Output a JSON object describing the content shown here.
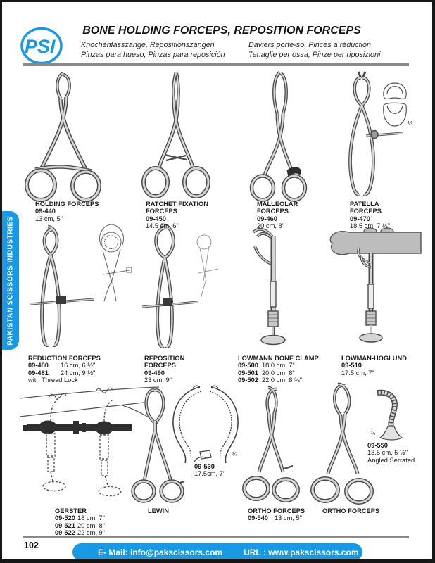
{
  "brand": {
    "logo": "PSI",
    "sidebar": "PAKISTAN SCISSORS INDUSTRIES"
  },
  "header": {
    "title": "BONE HOLDING FORCEPS, REPOSITION FORCEPS",
    "sub_de": "Knochenfasszange, Repositionszangen",
    "sub_es": "Pinzas para hueso, Pinzas para reposición",
    "sub_fr": "Daviers porte-so, Pinces à réduction",
    "sub_it": "Tenaglie per ossa, Pinze per riposizioni"
  },
  "items": {
    "holding": {
      "n1": "HOLDING FORCEPS",
      "code": "09-440",
      "size": "13 cm, 5\""
    },
    "ratchet": {
      "n1": "RATCHET FIXATION",
      "n2": "FORCEPS",
      "code": "09-450",
      "size": "14.5 cm, 6\""
    },
    "malleolar": {
      "n1": "MALLEOLAR",
      "n2": "FORCEPS",
      "code": "09-460",
      "size": "20 cm, 8\""
    },
    "patella": {
      "n1": "PATELLA",
      "n2": "FORCEPS",
      "code": "09-470",
      "size": "18.5 cm, 7 ¼\"",
      "scale": "⅕"
    },
    "reduction": {
      "n1": "REDUCTION FORCEPS",
      "rows": [
        {
          "code": "09-480",
          "size": "16 cm, 6 ½\""
        },
        {
          "code": "09-481",
          "size": "24 cm, 9 ½\""
        }
      ],
      "note": "with Thread Lock"
    },
    "reposition": {
      "n1": "REPOSITION",
      "n2": "FORCEPS",
      "code": "09-490",
      "size": "23 cm, 9\""
    },
    "lowmann": {
      "n1": "LOWMANN BONE CLAMP",
      "rows": [
        {
          "code": "09-500",
          "size": "18.0 cm, 7\""
        },
        {
          "code": "09-501",
          "size": "20.0 cm, 8\""
        },
        {
          "code": "09-502",
          "size": "22.0 cm, 8 ¾\""
        }
      ]
    },
    "hoglund": {
      "n1": "LOWMAN-HOGLUND",
      "code": "09-510",
      "size": "17.5 cm, 7\""
    },
    "gerster": {
      "n1": "GERSTER",
      "rows": [
        {
          "code": "09-520",
          "size": "18 cm, 7\""
        },
        {
          "code": "09-521",
          "size": "20 cm, 8\""
        },
        {
          "code": "09-522",
          "size": "22 cm, 9\""
        }
      ]
    },
    "lewin": {
      "n1": "LEWIN"
    },
    "jaw530": {
      "code": "09-530",
      "size": "17.5cm, 7\"",
      "scale": "¼"
    },
    "ortho1": {
      "n1": "ORTHO FORCEPS",
      "code": "09-540",
      "size": "13 cm, 5\""
    },
    "ortho2": {
      "n1": "ORTHO FORCEPS"
    },
    "jaw550": {
      "code": "09-550",
      "size": "13.5 cm, 5 ½\"",
      "note": "Angled Serrated",
      "scale": "½"
    }
  },
  "footer": {
    "page": "102",
    "email": "E- Mail: info@pakscissors.com",
    "url": "URL  :  www.pakscissors.com"
  },
  "colors": {
    "accent": "#1799e6",
    "rule": "#8a8a8a"
  }
}
